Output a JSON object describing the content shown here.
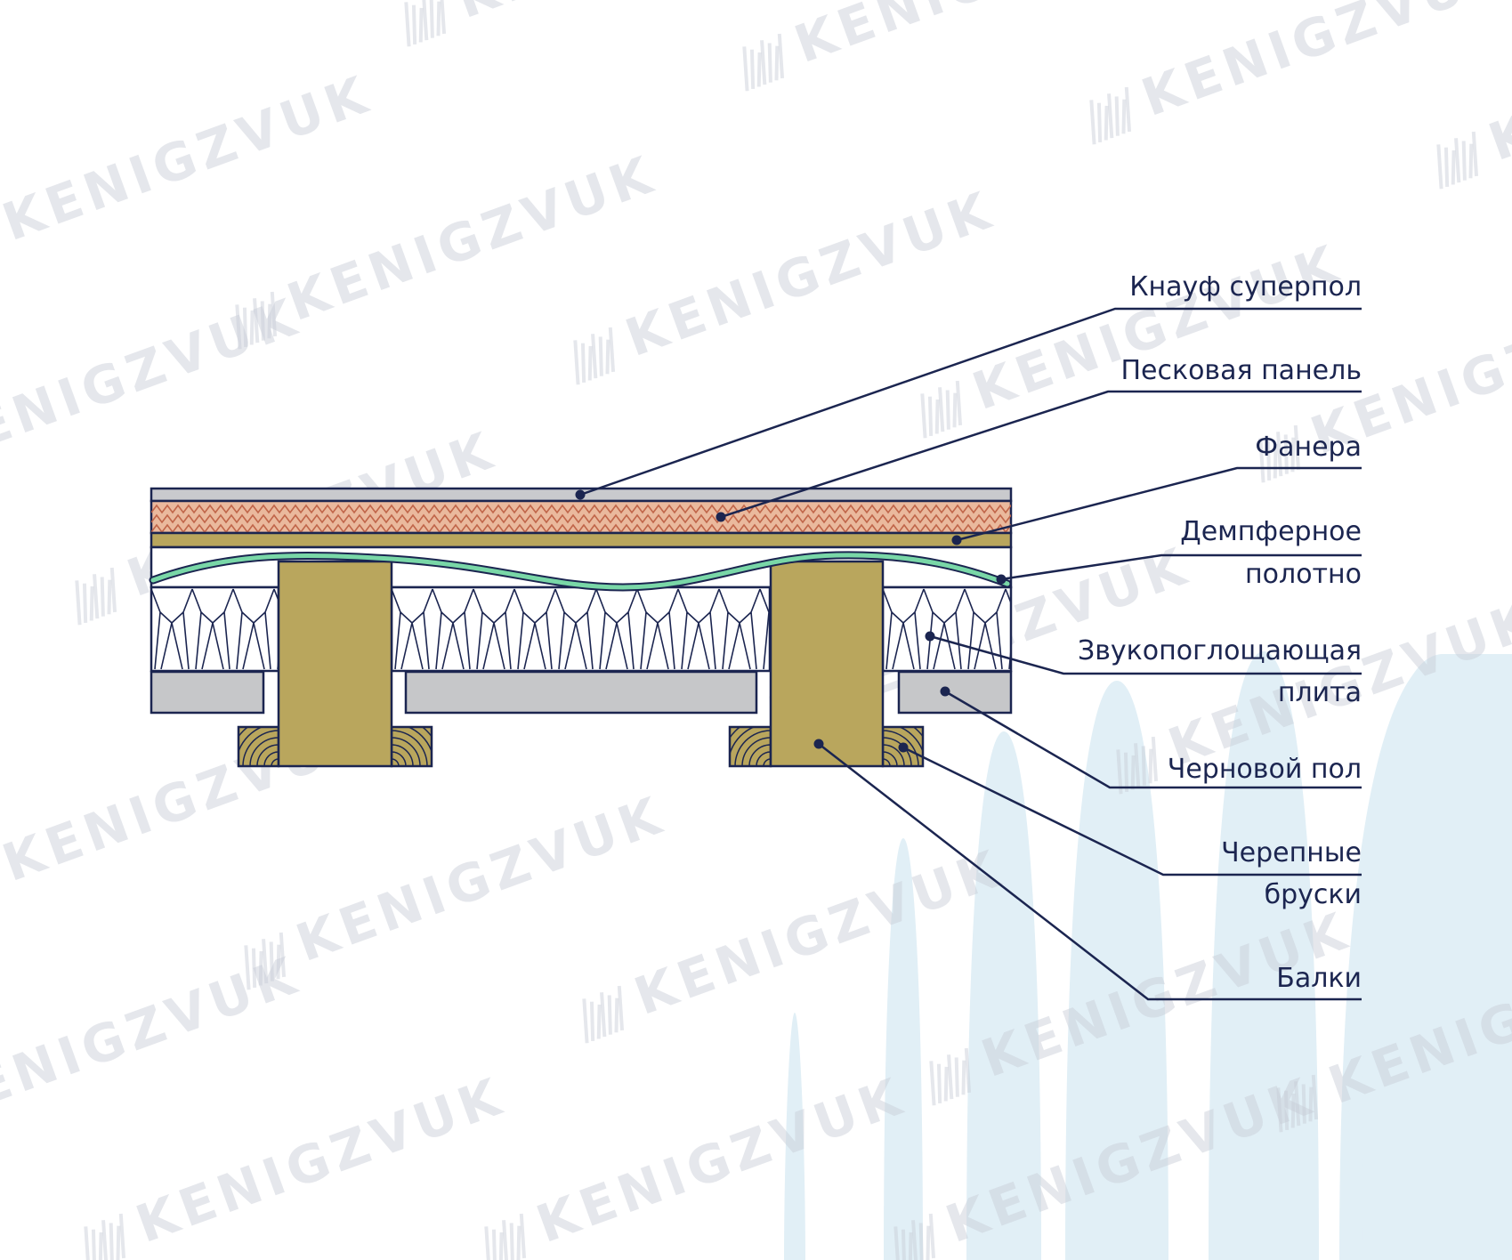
{
  "brand": {
    "watermark": "KENIGZVUK"
  },
  "colors": {
    "outline": "#1b2550",
    "knauf_board": "#c9cacd",
    "sand_panel": "#eab99d",
    "plywood": "#b9a65d",
    "damper": "#79d7a7",
    "subfloor": "#c6c7c9",
    "beam": "#b9a65d",
    "cranial_bar": "#b9a65d",
    "background_shape": "#e1eff6"
  },
  "labels": {
    "knauf": [
      "Кнауф суперпол"
    ],
    "sand": [
      "Песковая панель"
    ],
    "plywood": [
      "Фанера"
    ],
    "damper": [
      "Демпферное",
      "полотно"
    ],
    "absorber": [
      "Звукопоглощающая",
      "плита"
    ],
    "subfloor": [
      "Черновой пол"
    ],
    "bars": [
      "Черепные",
      "бруски"
    ],
    "beams": [
      "Балки"
    ]
  }
}
